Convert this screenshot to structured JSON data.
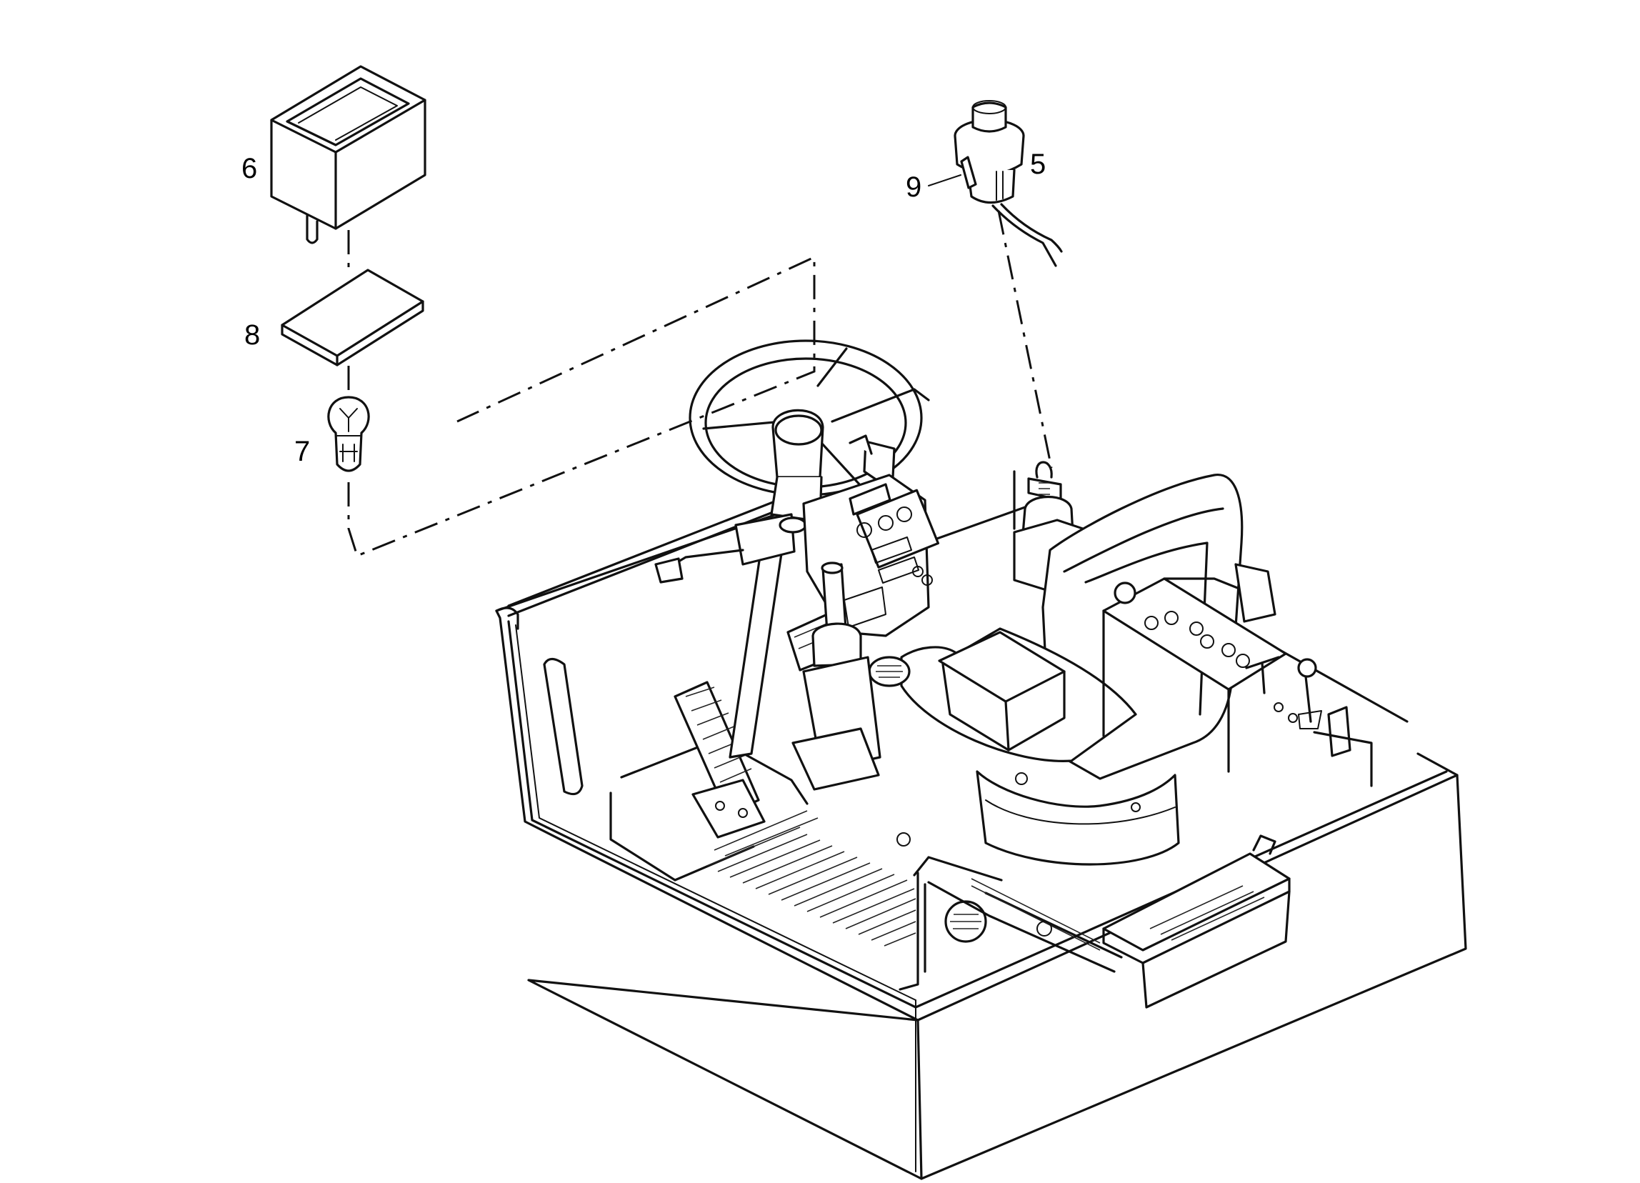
{
  "callouts": [
    {
      "id": "6",
      "label": "6"
    },
    {
      "id": "8",
      "label": "8"
    },
    {
      "id": "7",
      "label": "7"
    },
    {
      "id": "9",
      "label": "9"
    },
    {
      "id": "5",
      "label": "5"
    }
  ],
  "parts": [
    {
      "callout": "6",
      "name": "lamp-housing",
      "icon": "lamp-housing-icon"
    },
    {
      "callout": "8",
      "name": "lens-plate",
      "icon": "lens-plate-icon"
    },
    {
      "callout": "7",
      "name": "bulb",
      "icon": "bulb-icon"
    },
    {
      "callout": "5",
      "name": "push-button-switch",
      "icon": "push-switch-icon"
    },
    {
      "callout": "9",
      "name": "switch-connector",
      "icon": "connector-icon"
    }
  ],
  "colors": {
    "line": "#111111",
    "background": "#ffffff"
  }
}
